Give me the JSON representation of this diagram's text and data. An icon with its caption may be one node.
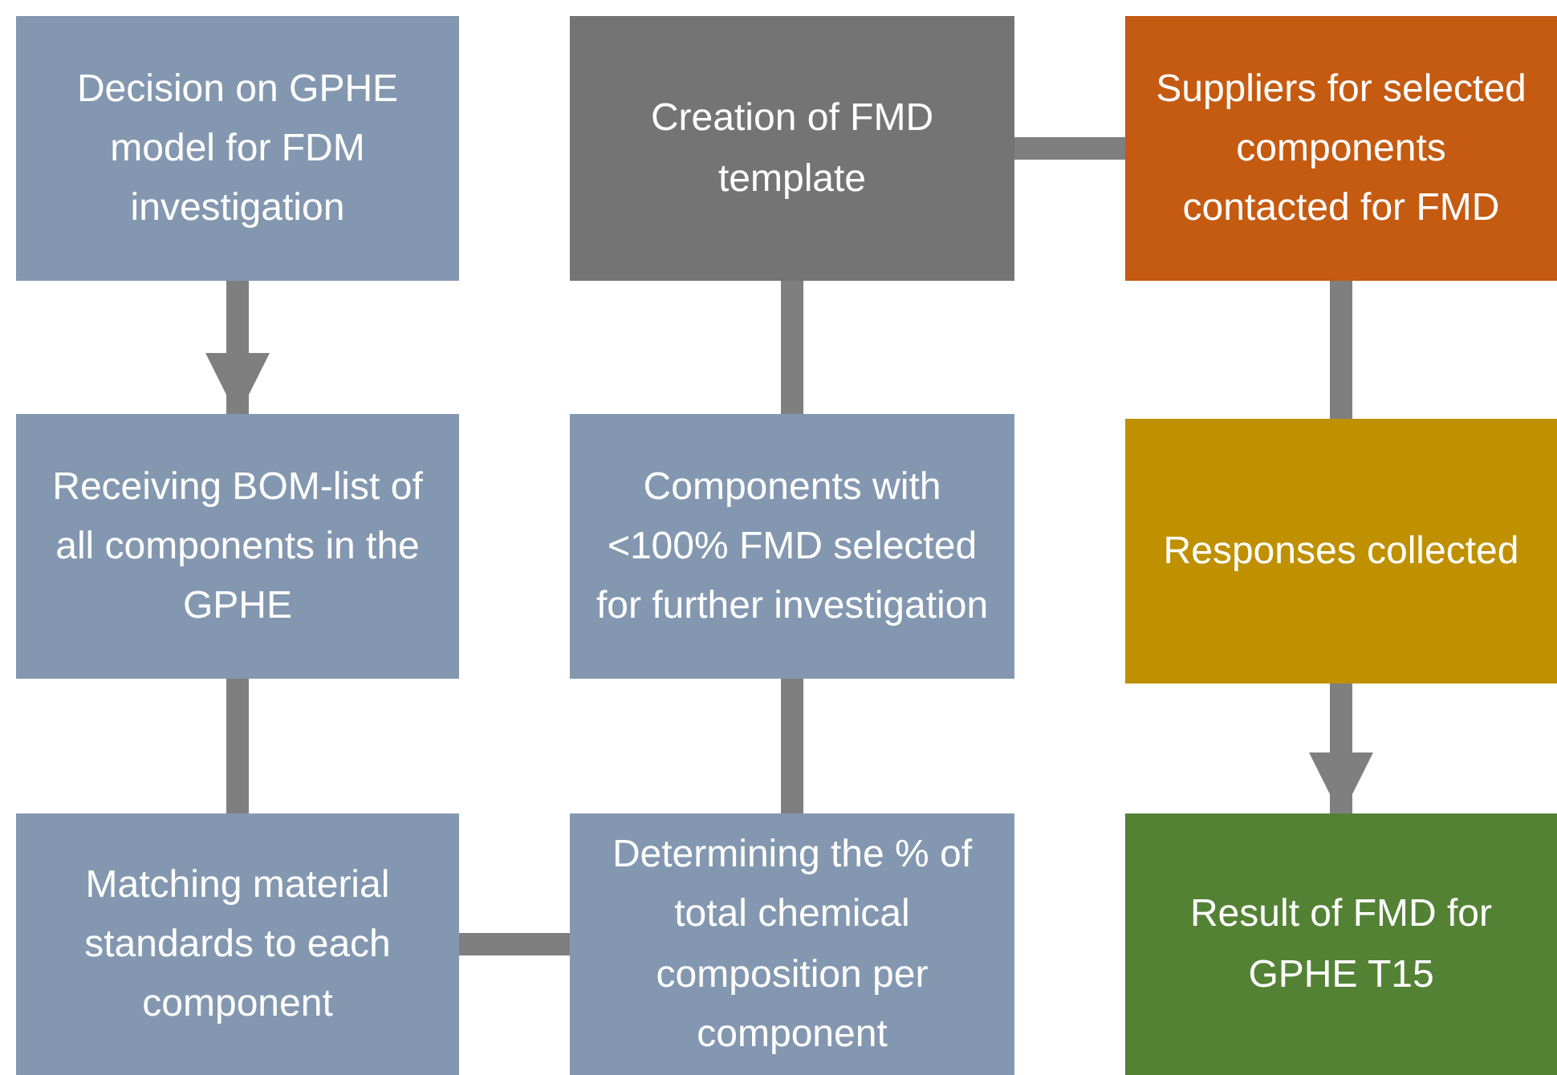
{
  "diagram": {
    "nodes": [
      {
        "text": [
          "Decision on GPHE model for FDM investigation"
        ]
      },
      {
        "text": [
          "Receiving BOM-list of all components in the GPHE"
        ]
      },
      {
        "text": [
          "Matching material standards to each component"
        ]
      },
      {
        "text": [
          "Determining the % of total chemical composition per component"
        ]
      },
      {
        "text": [
          "Components with <100% FMD selected for further investigation"
        ]
      },
      {
        "text": [
          "Creation of FMD template"
        ]
      },
      {
        "text": [
          "Suppliers for selected components contacted for FMD"
        ]
      },
      {
        "text": [
          "Responses collected"
        ]
      },
      {
        "text": [
          "Result of FMD for GPHE T15"
        ]
      }
    ],
    "edges": [
      {
        "from": 0,
        "to": 1,
        "arrow": "to"
      },
      {
        "from": 1,
        "to": 2,
        "arrow": "none"
      },
      {
        "from": 2,
        "to": 3,
        "arrow": "none"
      },
      {
        "from": 3,
        "to": 4,
        "arrow": "none"
      },
      {
        "from": 4,
        "to": 5,
        "arrow": "none"
      },
      {
        "from": 5,
        "to": 6,
        "arrow": "none"
      },
      {
        "from": 6,
        "to": 7,
        "arrow": "none"
      },
      {
        "from": 7,
        "to": 8,
        "arrow": "to"
      }
    ]
  }
}
